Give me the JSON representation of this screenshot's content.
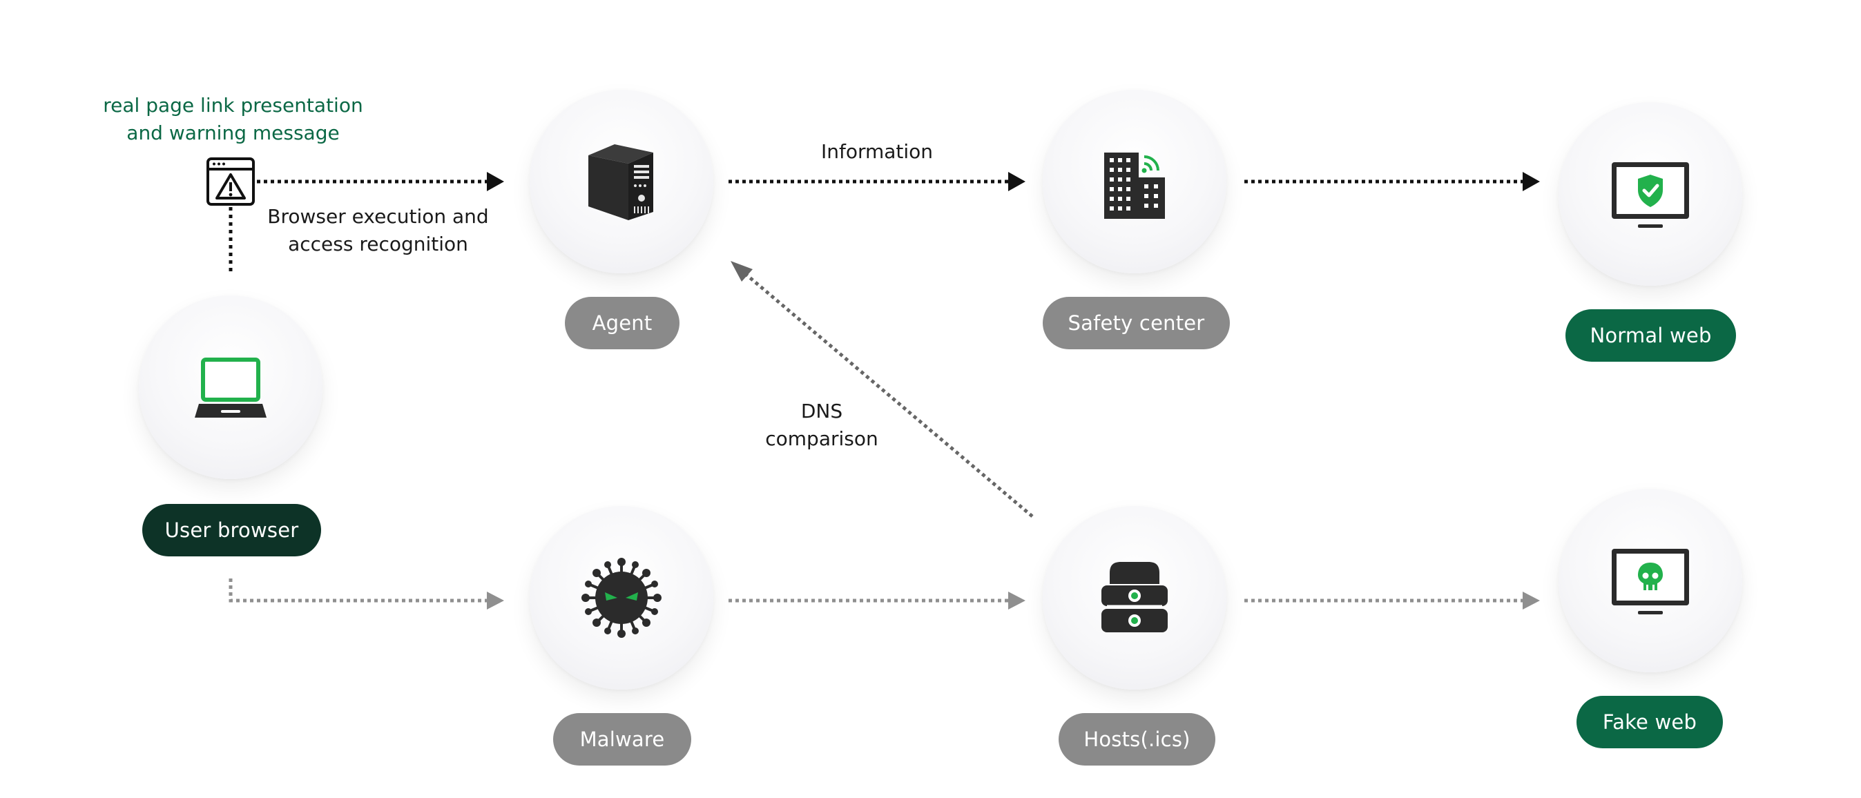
{
  "colors": {
    "accent_green": "#0b6845",
    "dark_green": "#0d3327",
    "icon_green": "#22b14c",
    "gray_pill": "#8a8a8a",
    "icon_dark": "#2b2b2b",
    "arrow_black": "#111111",
    "arrow_gray": "#8f8f8f"
  },
  "nodes": {
    "user_browser": {
      "label": "User browser",
      "icon": "laptop-icon"
    },
    "agent": {
      "label": "Agent",
      "icon": "server-tower-icon"
    },
    "safety_center": {
      "label": "Safety center",
      "icon": "building-signal-icon"
    },
    "normal_web": {
      "label": "Normal web",
      "icon": "monitor-shield-icon"
    },
    "malware": {
      "label": "Malware",
      "icon": "virus-icon"
    },
    "hosts": {
      "label": "Hosts(.ics)",
      "icon": "database-server-icon"
    },
    "fake_web": {
      "label": "Fake web",
      "icon": "monitor-skull-icon"
    }
  },
  "annotations": {
    "warning": {
      "line1": "real page link presentation",
      "line2": "and warning message",
      "icon": "warning-window-icon"
    },
    "browser_exec": {
      "line1": "Browser execution and",
      "line2": "access recognition"
    },
    "information": "Information",
    "dns": {
      "line1": "DNS",
      "line2": "comparison"
    }
  }
}
